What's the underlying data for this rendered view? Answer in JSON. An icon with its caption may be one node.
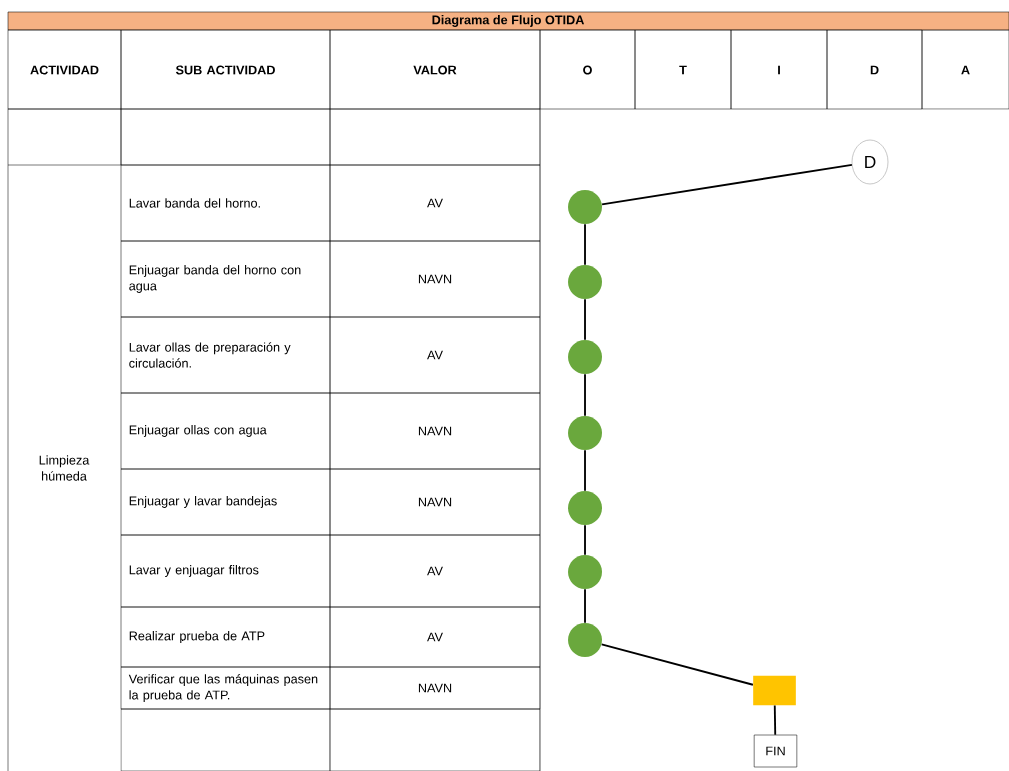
{
  "diagram": {
    "title": "Diagrama de Flujo OTIDA",
    "nodes": [
      {
        "text": [
          "D"
        ]
      },
      {
        "text": [],
        "shape": "circle"
      },
      {
        "text": [],
        "shape": "circle"
      },
      {
        "text": [],
        "shape": "circle"
      },
      {
        "text": [],
        "shape": "circle"
      },
      {
        "text": [],
        "shape": "circle"
      },
      {
        "text": [],
        "shape": "circle"
      },
      {
        "text": [],
        "shape": "circle"
      },
      {
        "text": [],
        "shape": "box"
      },
      {
        "text": [
          "FIN"
        ]
      }
    ],
    "edges": [
      {
        "from": 1,
        "to": 0,
        "arrow": "none"
      },
      {
        "from": 1,
        "to": 2,
        "arrow": "none"
      },
      {
        "from": 2,
        "to": 3,
        "arrow": "none"
      },
      {
        "from": 3,
        "to": 4,
        "arrow": "none"
      },
      {
        "from": 4,
        "to": 5,
        "arrow": "none"
      },
      {
        "from": 5,
        "to": 6,
        "arrow": "none"
      },
      {
        "from": 6,
        "to": 7,
        "arrow": "none"
      },
      {
        "from": 7,
        "to": 8,
        "arrow": "none"
      },
      {
        "from": 8,
        "to": 9,
        "arrow": "none"
      }
    ],
    "labels": [
      "ACTIVIDAD",
      "SUB ACTIVIDAD",
      "VALOR",
      "O",
      "T",
      "I",
      "D",
      "A",
      "Limpieza húmeda",
      "Lavar banda del horno.",
      "AV",
      "Enjuagar banda del horno con agua",
      "NAVN",
      "Lavar ollas de preparación y circulación.",
      "AV",
      "Enjuagar ollas con agua",
      "NAVN",
      "Enjuagar y lavar bandejas",
      "NAVN",
      "Lavar y enjuagar filtros",
      "AV",
      "Realizar prueba de ATP",
      "AV",
      "Verificar que las máquinas pasen la prueba de ATP.",
      "NAVN"
    ]
  }
}
